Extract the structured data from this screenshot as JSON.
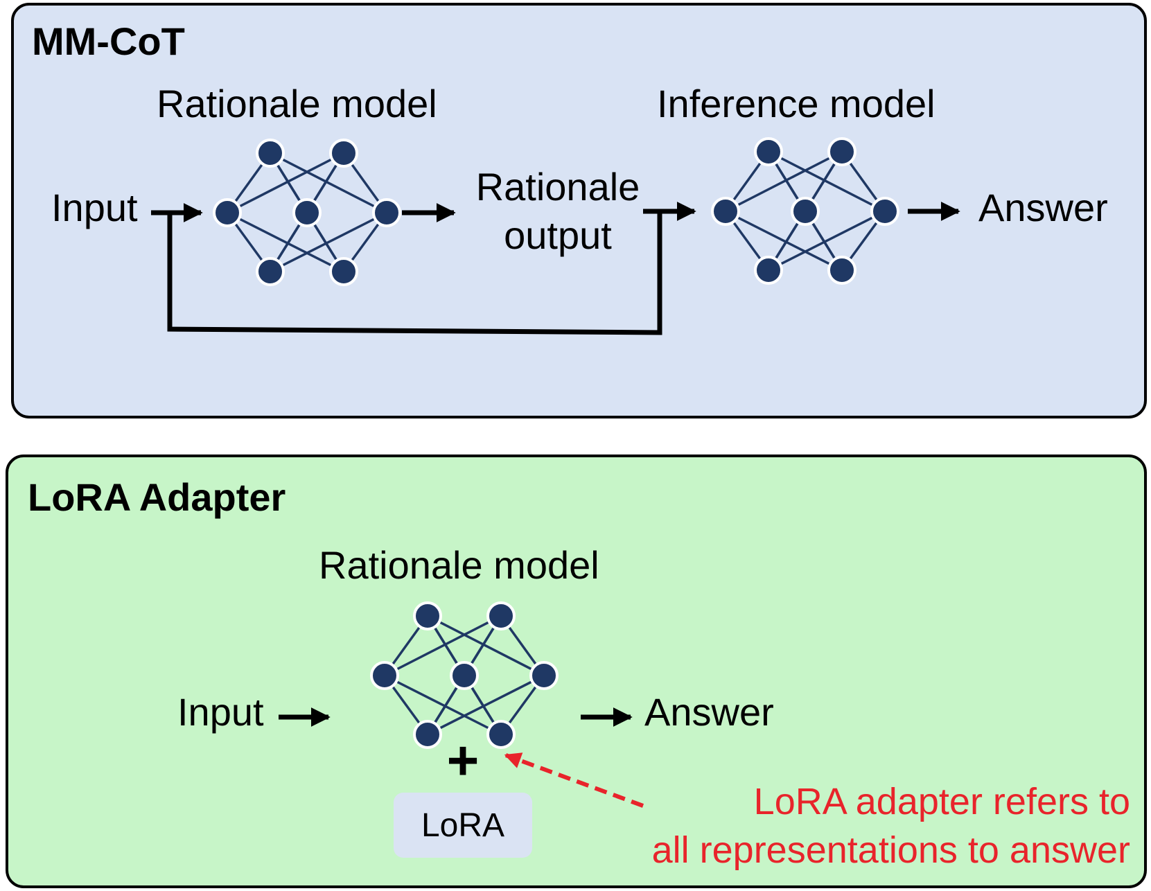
{
  "top_panel": {
    "title": "MM-CoT",
    "rationale_model_label": "Rationale model",
    "inference_model_label": "Inference model",
    "input_label": "Input",
    "rationale_output_line1": "Rationale",
    "rationale_output_line2": "output",
    "answer_label": "Answer",
    "color": "#d9e3f4"
  },
  "bottom_panel": {
    "title": "LoRA Adapter",
    "rationale_model_label": "Rationale model",
    "input_label": "Input",
    "answer_label": "Answer",
    "plus_symbol": "+",
    "lora_box_label": "LoRA",
    "note_line1": "LoRA adapter refers to",
    "note_line2": "all representations to answer",
    "color": "#c7f5c8",
    "note_color": "#e8242b"
  },
  "colors": {
    "node": "#1f3864",
    "edge": "#1f3864",
    "lora_box": "#dae3f3"
  }
}
